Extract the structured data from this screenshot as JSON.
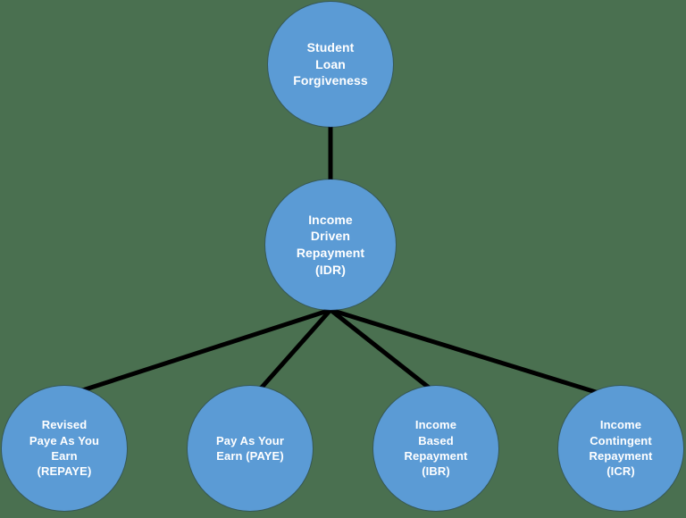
{
  "diagram": {
    "title": "Student Loan Forgiveness",
    "type": "hierarchy-tree",
    "background_color": "#4a7050",
    "node_color": "#5b9bd5",
    "node_text_color": "#ffffff",
    "edge_color": "#000000",
    "nodes": [
      {
        "id": "root",
        "label": "Student\nLoan\nForgiveness",
        "level": 0
      },
      {
        "id": "idr",
        "label": "Income\nDriven\nRepayment\n(IDR)",
        "level": 1
      },
      {
        "id": "repaye",
        "label": "Revised\nPaye As You\nEarn\n(REPAYE)",
        "level": 2
      },
      {
        "id": "paye",
        "label": "Pay As Your\nEarn (PAYE)",
        "level": 2
      },
      {
        "id": "ibr",
        "label": "Income\nBased\nRepayment\n(IBR)",
        "level": 2
      },
      {
        "id": "icr",
        "label": "Income\nContingent\nRepayment\n(ICR)",
        "level": 2
      }
    ],
    "edges": [
      {
        "from": "root",
        "to": "idr"
      },
      {
        "from": "idr",
        "to": "repaye"
      },
      {
        "from": "idr",
        "to": "paye"
      },
      {
        "from": "idr",
        "to": "ibr"
      },
      {
        "from": "idr",
        "to": "icr"
      }
    ]
  }
}
